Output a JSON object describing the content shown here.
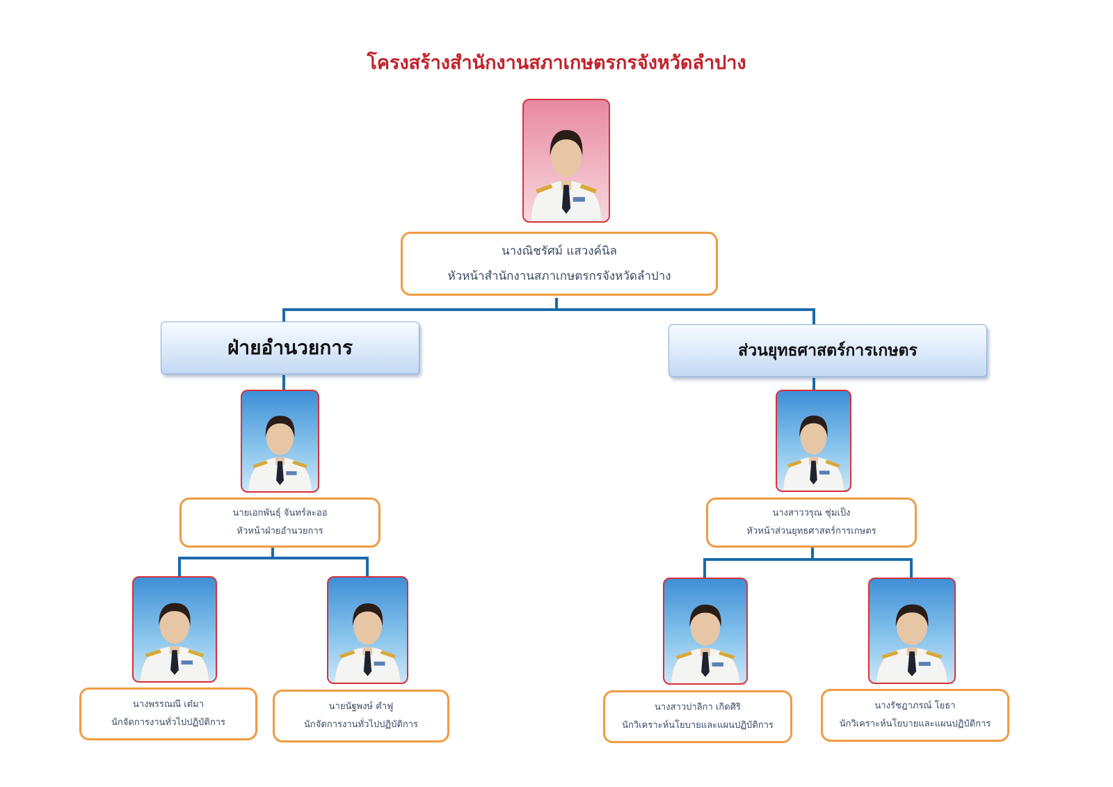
{
  "title": "โครงสร้างสำนักงานสภาเกษตรกรจังหวัดลำปาง",
  "head": {
    "name": "นางณิชรัศม์  แสวงค์นิล",
    "position": "หัวหน้าสำนักงานสภาเกษตรกรจังหวัดลำปาง"
  },
  "departments": [
    {
      "title": "ฝ่ายอำนวยการ",
      "leader": {
        "name": "นายเอกพันธุ์  จันทร์ละออ",
        "position": "หัวหน้าฝ่ายอำนวยการ"
      },
      "staff": [
        {
          "name": "นางพรรณณี  เต๋มา",
          "position": "นักจัดการงานทั่วไปปฏิบัติการ"
        },
        {
          "name": "นายนัฐพงษ์  คำฟู",
          "position": "นักจัดการงานทั่วไปปฏิบัติการ"
        }
      ]
    },
    {
      "title": "ส่วนยุทธศาสตร์การเกษตร",
      "leader": {
        "name": "นางสาววรุณ  ชุ่มเป็ง",
        "position": "หัวหน้าส่วนยุทธศาสตร์การเกษตร"
      },
      "staff": [
        {
          "name": "นางสาวปาลิกา  เกิดศิริ",
          "position": "นักวิเคราะห์นโยบายและแผนปฏิบัติการ"
        },
        {
          "name": "นางรัชฎาภรณ์  โยธา",
          "position": "นักวิเคราะห์นโยบายและแผนปฏิบัติการ"
        }
      ]
    }
  ],
  "colors": {
    "title": "#c0202a",
    "connector": "#1a6aaa",
    "box_border": "#ef9b42",
    "photo_border": "#d6323a",
    "text": "#3b4a63"
  }
}
